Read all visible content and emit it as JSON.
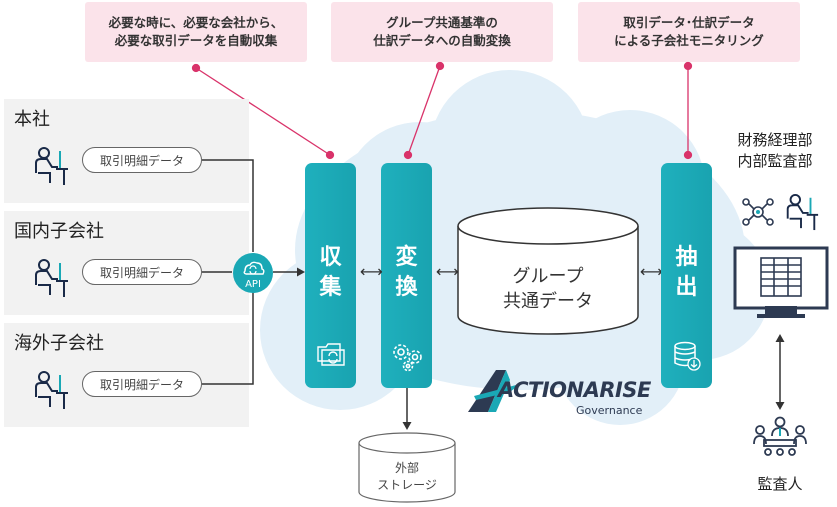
{
  "callouts": [
    {
      "line1": "必要な時に、必要な会社から、",
      "line2": "必要な取引データを自動収集"
    },
    {
      "line1": "グループ共通基準の",
      "line2": "仕訳データへの自動変換"
    },
    {
      "line1": "取引データ･仕訳データ",
      "line2": "による子会社モニタリング"
    }
  ],
  "companies": [
    {
      "name": "本社",
      "pill": "取引明細データ"
    },
    {
      "name": "国内子会社",
      "pill": "取引明細データ"
    },
    {
      "name": "海外子会社",
      "pill": "取引明細データ"
    }
  ],
  "api_label": "API",
  "steps": {
    "collect": {
      "char1": "収",
      "char2": "集"
    },
    "convert": {
      "char1": "変",
      "char2": "換"
    },
    "extract": {
      "char1": "抽",
      "char2": "出"
    }
  },
  "group_db": {
    "line1": "グループ",
    "line2": "共通データ"
  },
  "external_storage": {
    "line1": "外部",
    "line2": "ストレージ"
  },
  "brand": {
    "name": "ACTIONARISE",
    "sub": "Governance"
  },
  "right": {
    "dept_line1": "財務経理部",
    "dept_line2": "内部監査部",
    "auditor": "監査人"
  },
  "icons": [
    "person-at-desk-icon",
    "cloud-sync-icon",
    "folder-sync-icon",
    "gears-icon",
    "database-download-icon",
    "network-people-icon",
    "monitor-table-icon",
    "meeting-group-icon"
  ],
  "colors": {
    "teal": "#1aa8b5",
    "callout_bg": "#fbe3ea",
    "pin": "#d9336a",
    "cloud": "#e2eff8",
    "panel": "#f2f2f2"
  }
}
